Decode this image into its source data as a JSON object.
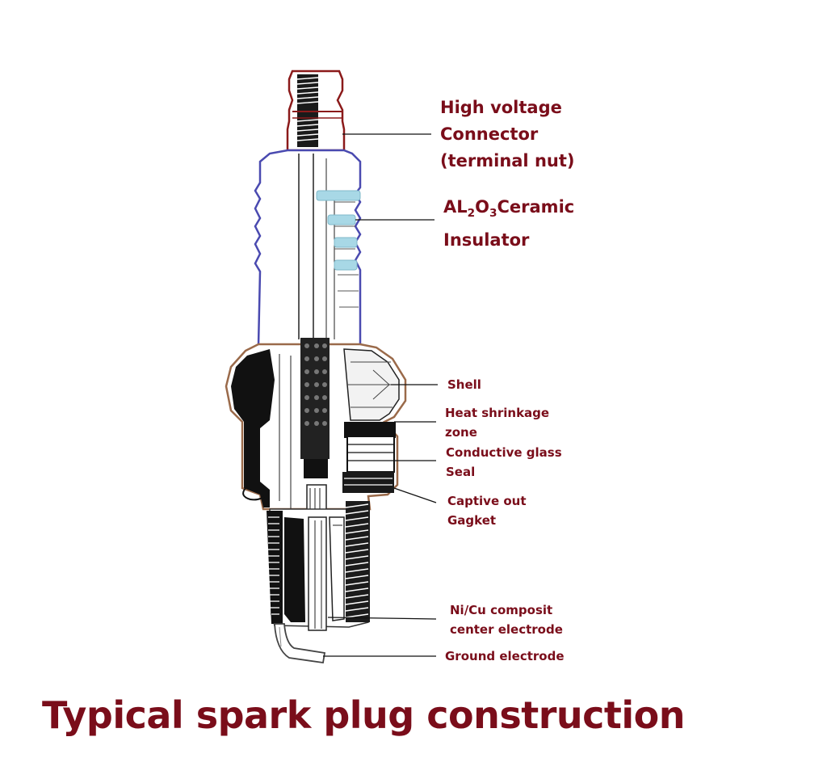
{
  "labels": {
    "hv_line1": "High voltage",
    "hv_line2": "Connector",
    "hv_line3": "(terminal nut)",
    "ins_a": "AL",
    "ins_sub1": "2",
    "ins_b": "O",
    "ins_sub2": "3",
    "ins_c": "Ceramic",
    "ins_line2": "Insulator",
    "shell": "Shell",
    "heat_line1": "Heat shrinkage",
    "heat_line2": "zone",
    "glass_line1": "Conductive glass",
    "glass_line2": "Seal",
    "gasket_line1": "Captive out",
    "gasket_line2": "Gagket",
    "center_line1": "Ni/Cu composit",
    "center_line2": "center electrode",
    "ground": "Ground electrode"
  },
  "title": "Typical spark plug construction",
  "colors": {
    "label_text": "#7a0d1a",
    "insulator_outline": "#4a4ab0",
    "terminal_outline": "#8b1a1a",
    "shell_outline": "#9a6a4a",
    "ceramic_rib": "#a8d8e6"
  }
}
